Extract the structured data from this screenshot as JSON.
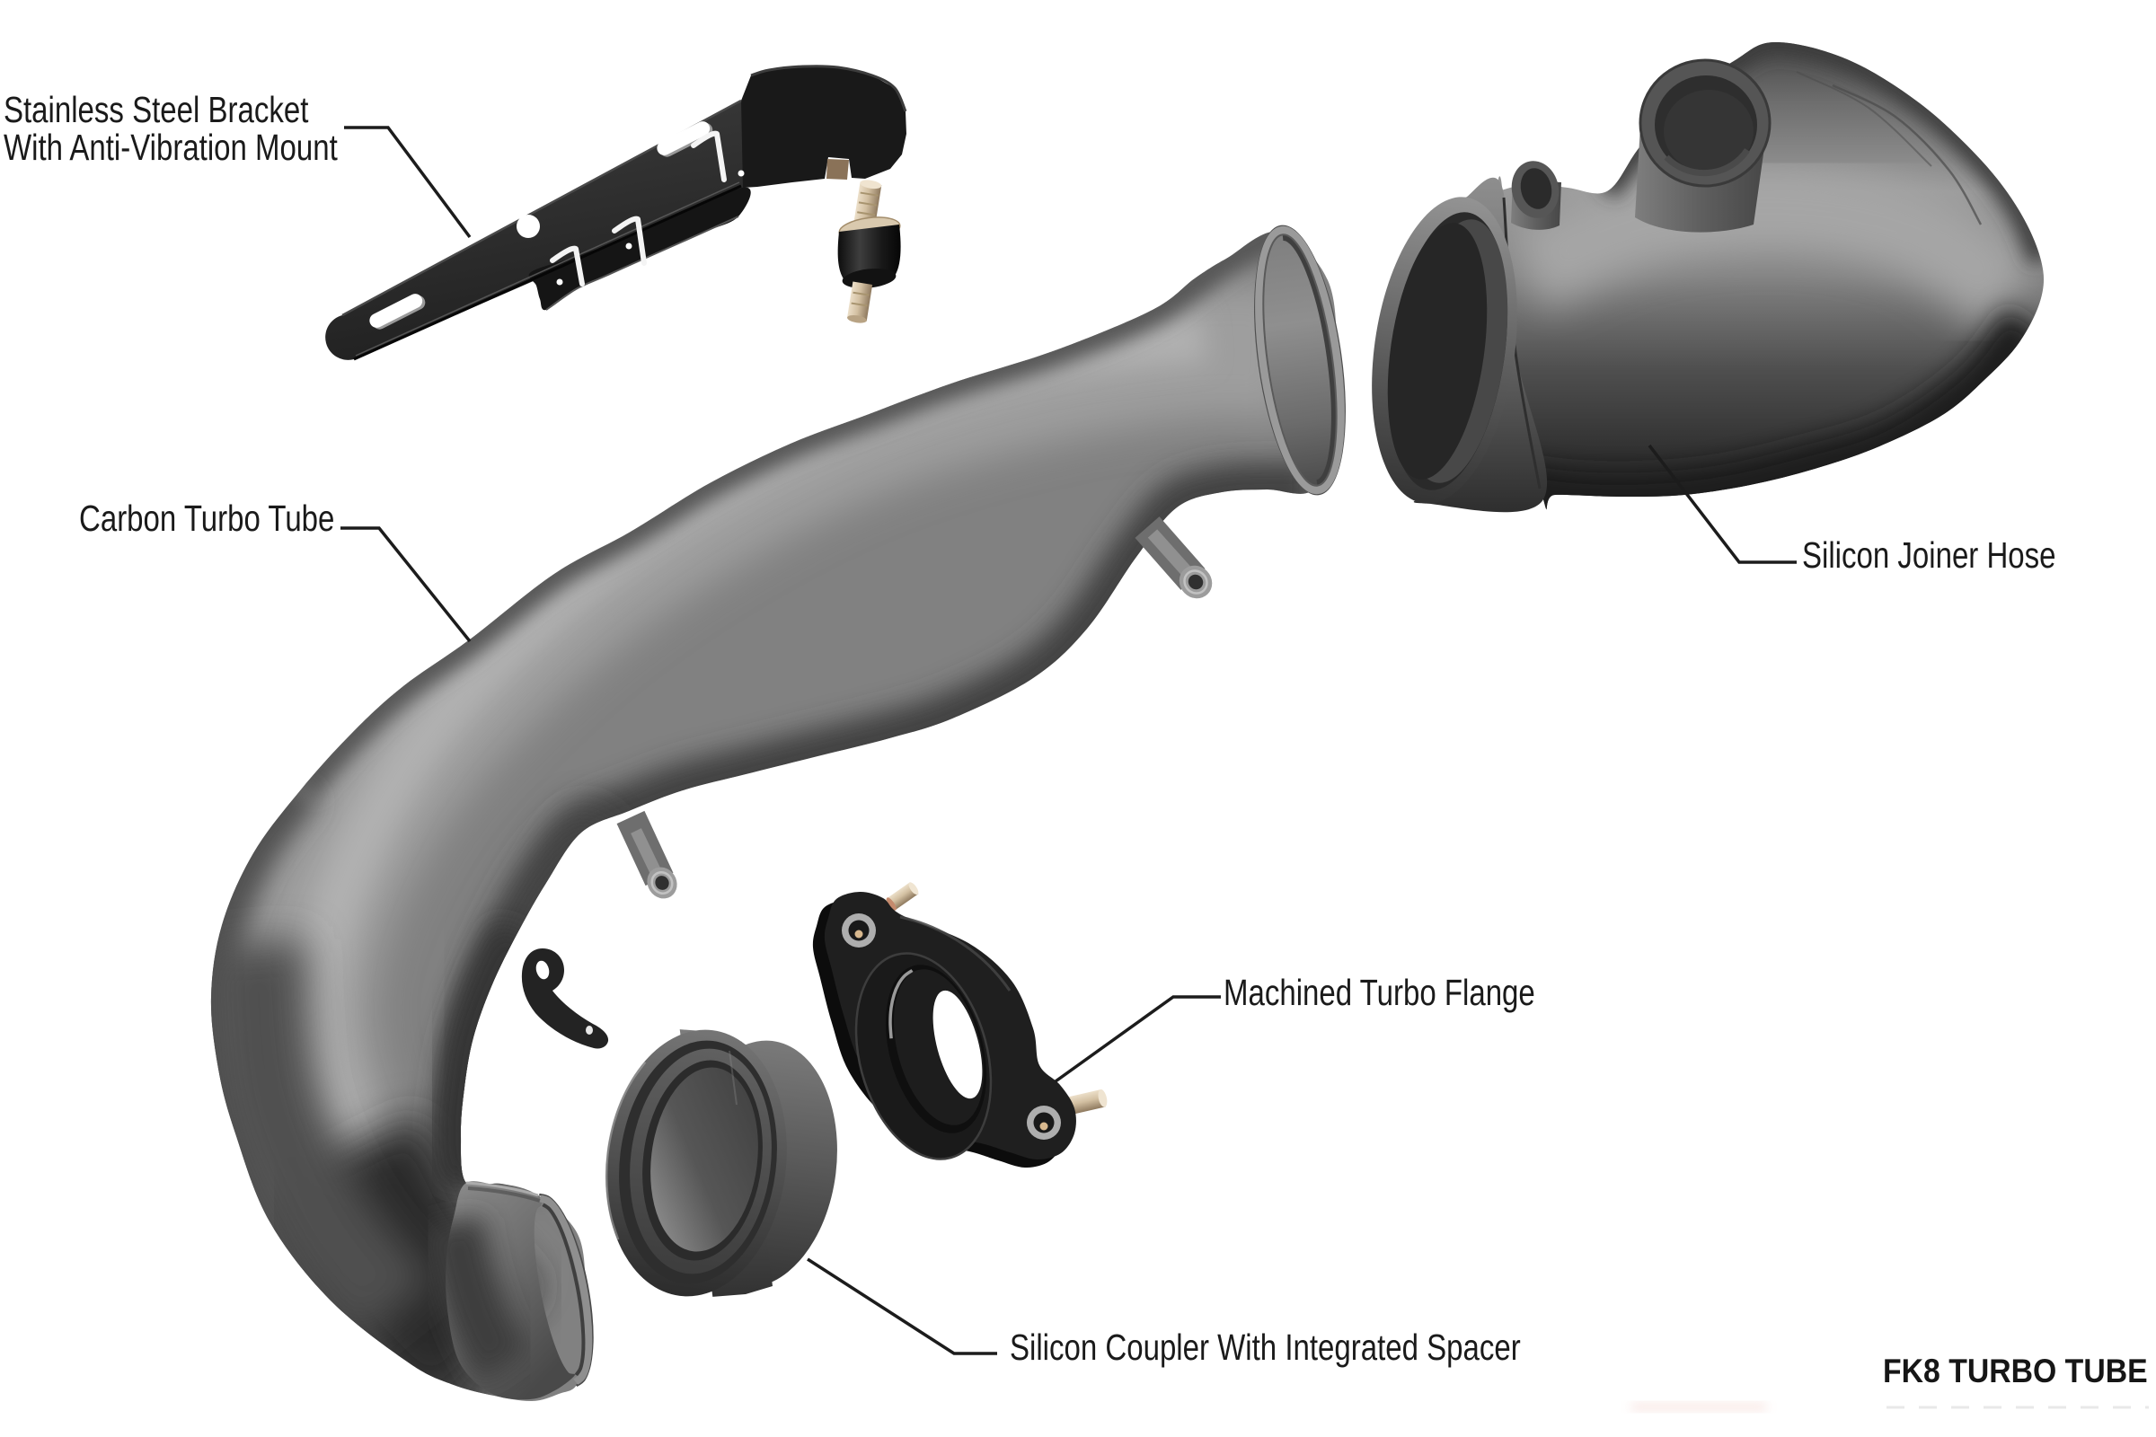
{
  "page": {
    "background_color": "#ffffff"
  },
  "diagram": {
    "type": "exploded-view-technical-diagram",
    "title": "FK8 TURBO TUBE",
    "labels": {
      "bracket_line1": "Stainless Steel Bracket",
      "bracket_line2": "With Anti-Vibration Mount",
      "tube": "Carbon Turbo Tube",
      "hose": "Silicon Joiner Hose",
      "flange": "Machined Turbo Flange",
      "coupler": "Silicon Coupler With Integrated Spacer"
    },
    "parts": [
      {
        "name": "Stainless Steel Bracket With Anti-Vibration Mount",
        "color": "#1f1f1f"
      },
      {
        "name": "Carbon Turbo Tube",
        "color": "#818181"
      },
      {
        "name": "Silicon Joiner Hose",
        "color": "#565656"
      },
      {
        "name": "Machined Turbo Flange",
        "color": "#1a1a1a"
      },
      {
        "name": "Silicon Coupler With Integrated Spacer",
        "color": "#555555"
      }
    ],
    "colors": {
      "label_text": "#1a1a1a",
      "leader_line": "#1c1c1c",
      "stud_beige": "#d3c0a2",
      "background": "#ffffff"
    }
  }
}
